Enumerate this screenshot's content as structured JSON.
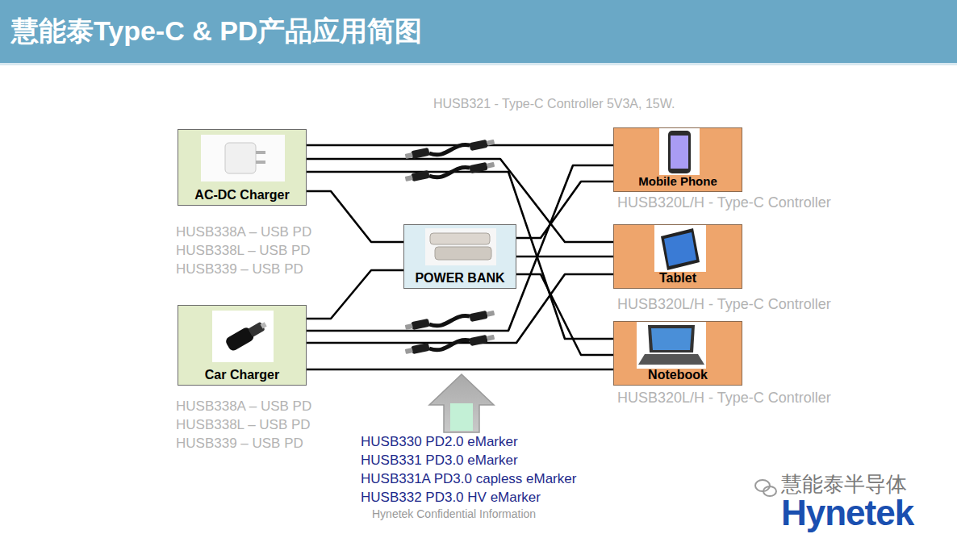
{
  "diagram": {
    "title": "慧能泰Type-C & PD产品应用简图",
    "nodes": [
      {
        "text": [
          "AC-DC Charger"
        ]
      },
      {
        "text": [
          "Mobile Phone"
        ]
      },
      {
        "text": [
          "POWER BANK"
        ]
      },
      {
        "text": [
          "Tablet"
        ]
      },
      {
        "text": [
          "Car Charger"
        ]
      },
      {
        "text": [
          "Notebook"
        ]
      }
    ],
    "edges": [
      {
        "from": 0,
        "to": 1,
        "arrow": "none"
      },
      {
        "from": 0,
        "to": 3,
        "arrow": "none"
      },
      {
        "from": 0,
        "to": 5,
        "arrow": "none"
      },
      {
        "from": 0,
        "to": 2,
        "arrow": "none"
      },
      {
        "from": 4,
        "to": 2,
        "arrow": "none"
      },
      {
        "from": 4,
        "to": 1,
        "arrow": "none"
      },
      {
        "from": 4,
        "to": 3,
        "arrow": "none"
      },
      {
        "from": 4,
        "to": 5,
        "arrow": "none"
      },
      {
        "from": 2,
        "to": 1,
        "arrow": "none"
      },
      {
        "from": 2,
        "to": 3,
        "arrow": "none"
      },
      {
        "from": 2,
        "to": 5,
        "arrow": "none"
      }
    ],
    "labels": [
      "HUSB321 - Type-C Controller 5V3A, 15W.",
      "HUSB320L/H - Type-C Controller",
      "HUSB338A – USB PD",
      "HUSB338L – USB PD",
      "HUSB339 – USB PD",
      "HUSB320L/H - Type-C Controller",
      "HUSB320L/H - Type-C Controller",
      "HUSB338A – USB PD",
      "HUSB338L – USB PD",
      "HUSB339 – USB PD",
      "HUSB330 PD2.0 eMarker",
      "HUSB331 PD3.0 eMarker",
      "HUSB331A PD3.0 capless eMarker",
      "HUSB332 PD3.0 HV eMarker",
      "Hynetek Confidential Information",
      "慧能泰半导体",
      "Hynetek"
    ]
  }
}
